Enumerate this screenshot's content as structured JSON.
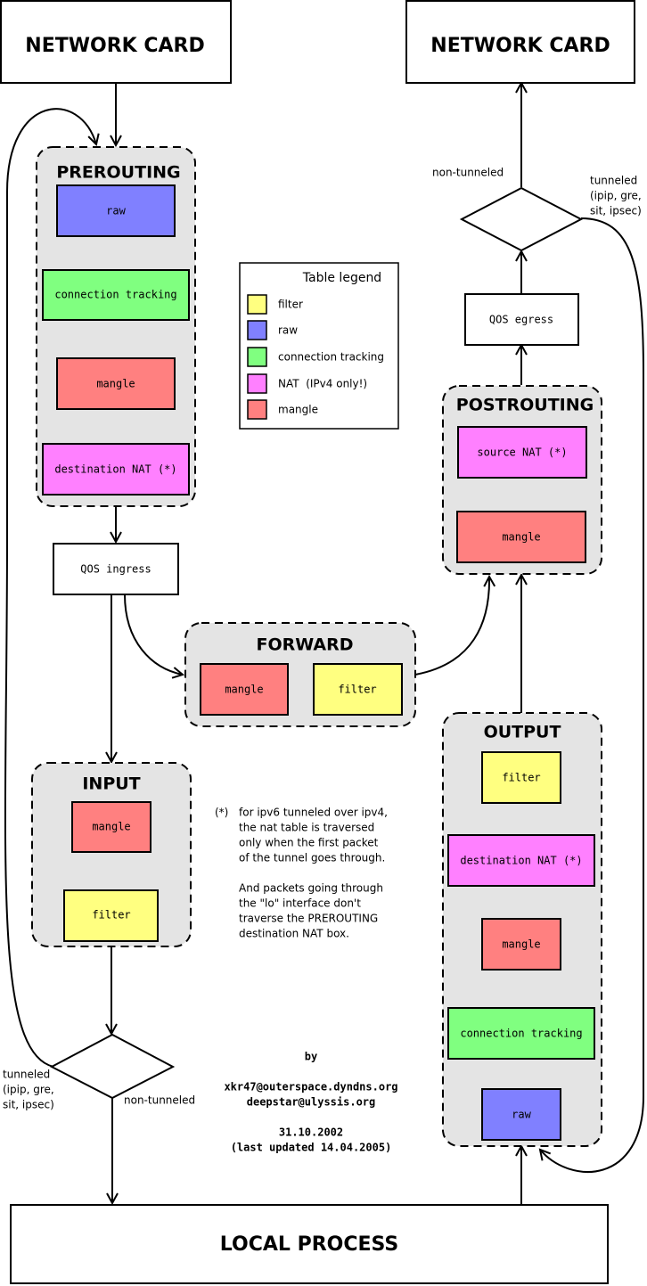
{
  "colors": {
    "filter": "#ffff80",
    "raw": "#8080ff",
    "connection_tracking": "#80ff80",
    "nat": "#ff80ff",
    "mangle": "#ff8080",
    "chain_background": "#e4e4e4"
  },
  "network_card_in": "NETWORK CARD",
  "network_card_out": "NETWORK CARD",
  "local_process": "LOCAL PROCESS",
  "prerouting": {
    "title": "PREROUTING",
    "raw": "raw",
    "conntrack": "connection tracking",
    "mangle": "mangle",
    "dnat": "destination NAT (*)"
  },
  "qos_ingress": "QOS ingress",
  "forward": {
    "title": "FORWARD",
    "mangle": "mangle",
    "filter": "filter"
  },
  "input": {
    "title": "INPUT",
    "mangle": "mangle",
    "filter": "filter"
  },
  "output": {
    "title": "OUTPUT",
    "filter": "filter",
    "dnat": "destination NAT (*)",
    "mangle": "mangle",
    "conntrack": "connection tracking",
    "raw": "raw"
  },
  "postrouting": {
    "title": "POSTROUTING",
    "snat": "source NAT (*)",
    "mangle": "mangle"
  },
  "qos_egress": "QOS egress",
  "decision_out": {
    "non_tunneled": "non-tunneled",
    "tunneled": [
      "tunneled",
      "(ipip, gre,",
      "sit, ipsec)"
    ]
  },
  "decision_in": {
    "non_tunneled": "non-tunneled",
    "tunneled": [
      "tunneled",
      "(ipip, gre,",
      "sit, ipsec)"
    ]
  },
  "legend": {
    "title": "Table legend",
    "items": [
      {
        "label": "filter",
        "key": "filter"
      },
      {
        "label": "raw",
        "key": "raw"
      },
      {
        "label": "connection tracking",
        "key": "connection_tracking"
      },
      {
        "label": "NAT  (IPv4 only!)",
        "key": "nat"
      },
      {
        "label": "mangle",
        "key": "mangle"
      }
    ]
  },
  "note": {
    "marker": "(*)",
    "lines": [
      "for ipv6 tunneled over ipv4,",
      "the nat table is traversed",
      "only when the first packet",
      "of the tunnel goes through.",
      "",
      "And packets going through",
      "the \"lo\" interface don't",
      "traverse the PREROUTING",
      "destination NAT box."
    ]
  },
  "credits": {
    "by": "by",
    "author1": "xkr47@outerspace.dyndns.org",
    "author2": "deepstar@ulyssis.org",
    "date": "31.10.2002",
    "updated": "(last updated 14.04.2005)"
  }
}
